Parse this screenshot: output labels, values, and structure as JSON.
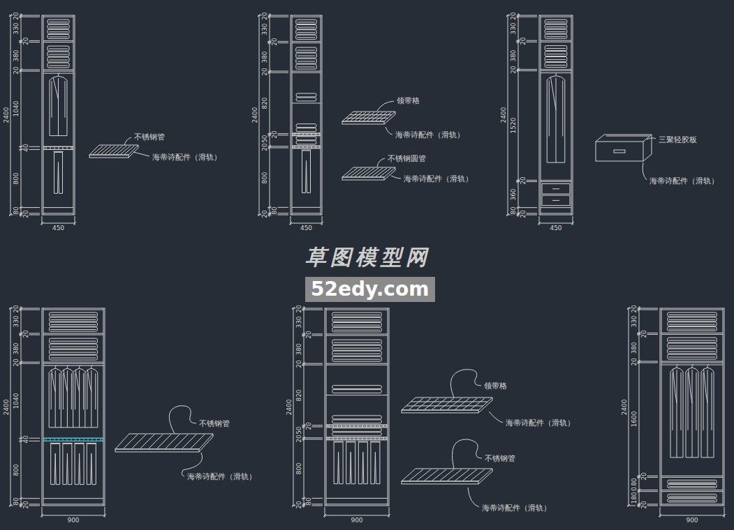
{
  "diagram": {
    "nodes": [
      {
        "text": [
          "52edy.com"
        ]
      }
    ],
    "labels": [
      "20",
      "330",
      "20",
      "380",
      "20",
      "1040",
      "40",
      "800",
      "80",
      "20",
      "2400",
      "450",
      "不锈钢管",
      "海蒂诗配件（滑轨）",
      "20",
      "330",
      "20",
      "380",
      "20",
      "820",
      "20",
      "150",
      "20",
      "800",
      "80",
      "20",
      "2400",
      "450",
      "领带格",
      "海蒂诗配件（滑轨）",
      "不锈钢圆管",
      "海蒂诗配件（滑轨）",
      "20",
      "330",
      "20",
      "380",
      "20",
      "1520",
      "20",
      "360",
      "80",
      "20",
      "2400",
      "450",
      "三聚轻胶板",
      "海蒂诗配件（滑轨）",
      "草图模型网",
      "20",
      "330",
      "20",
      "380",
      "20",
      "1040",
      "40",
      "800",
      "80",
      "20",
      "2400",
      "900",
      "不锈钢管",
      "海蒂诗配件（滑轨）",
      "20",
      "330",
      "20",
      "380",
      "20",
      "820",
      "20",
      "150",
      "20",
      "800",
      "80",
      "20",
      "2400",
      "900",
      "领带格",
      "海蒂诗配件（滑轨）",
      "不锈钢管",
      "海蒂诗配件（滑轨）",
      "20",
      "330",
      "20",
      "380",
      "20",
      "1600",
      "20",
      "180",
      "20",
      "180",
      "20",
      "2400",
      "900"
    ]
  }
}
